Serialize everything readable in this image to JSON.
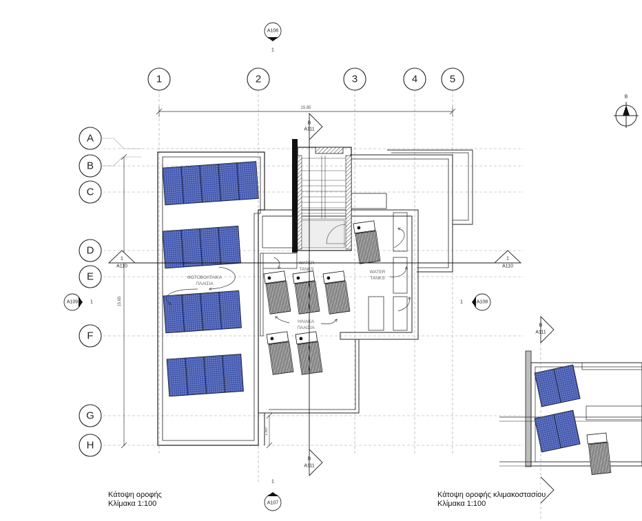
{
  "grid": {
    "columns": [
      "1",
      "2",
      "3",
      "4",
      "5"
    ],
    "rows": [
      "A",
      "B",
      "C",
      "D",
      "E",
      "F",
      "G",
      "H"
    ]
  },
  "dimensions": {
    "overall_width": "15.85",
    "overall_height": "15.65",
    "small_offset": "1.60"
  },
  "section_markers": {
    "B_top": {
      "letter": "B",
      "sheet": "A111"
    },
    "B_bottom": {
      "letter": "B",
      "sheet": "A111"
    },
    "B_right_top": {
      "letter": "B",
      "sheet": "A111"
    },
    "line_left": {
      "number": "1",
      "sheet": "A110"
    },
    "line_right": {
      "number": "1",
      "sheet": "A110"
    }
  },
  "elevation_refs": {
    "top": {
      "sheet": "A106",
      "number": "1"
    },
    "bottom": {
      "sheet": "A107",
      "number": "1"
    },
    "left": {
      "sheet": "A109",
      "number": "1"
    },
    "right": {
      "sheet": "A108",
      "number": "1"
    }
  },
  "north": {
    "letter": "B"
  },
  "labels": {
    "pv_panels_line1": "ΦΩΤΟΒΟΛΤΑΙΚΑ",
    "pv_panels_line2": "ΠΛΑΙΣΙΑ",
    "solar_line1": "ΗΛΙΑΚΑ",
    "solar_line2": "ΠΛΑΙΣΙΑ",
    "water_tanks_1_line1": "WATER",
    "water_tanks_1_line2": "TANKS",
    "water_tanks_2_line1": "WATER",
    "water_tanks_2_line2": "TANKS"
  },
  "titles": {
    "roof_plan": "Κάτοψη οροφής",
    "roof_plan_scale": "Κλίμακα 1:100",
    "stair_roof_plan": "Κάτοψη οροφής κλιμακοστασίου",
    "stair_roof_plan_scale": "Κλίμακα 1:100"
  },
  "colors": {
    "pv_panel": "#3a4fa8",
    "line": "#222222",
    "grid_line": "#9a9a9a"
  }
}
